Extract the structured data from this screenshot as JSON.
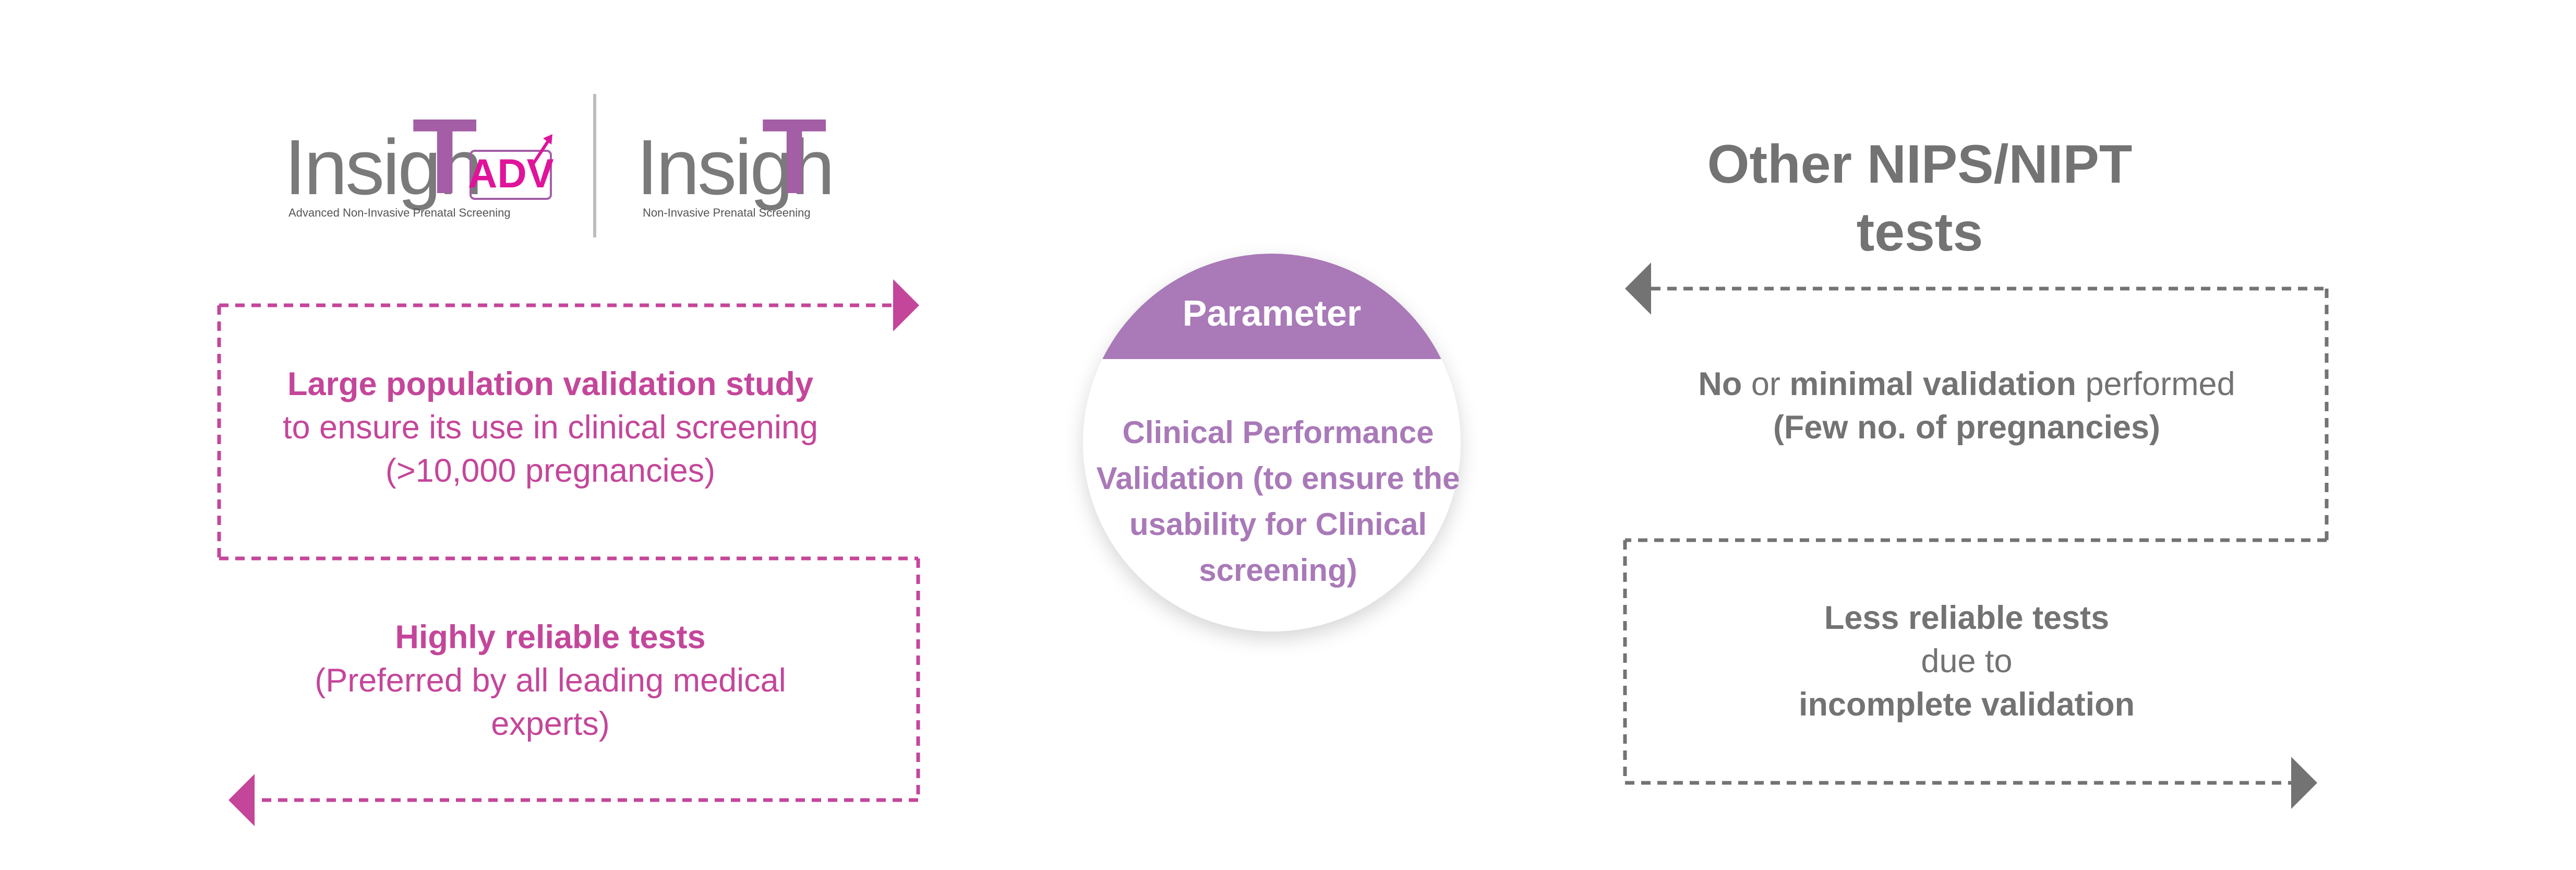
{
  "logos": {
    "left": {
      "word": "Insigh",
      "t": "T",
      "adv": "ADV",
      "tagline": "Advanced Non-Invasive Prenatal Screening"
    },
    "right": {
      "word": "Insigh",
      "t": "T",
      "tagline": "Non-Invasive Prenatal Screening"
    }
  },
  "other_title": "Other NIPS/NIPT tests",
  "parameter": {
    "header": "Parameter",
    "body_lines": [
      "Clinical Performance",
      "Validation (to ensure the",
      "usability for Clinical",
      "screening)"
    ]
  },
  "left_blocks": {
    "top": {
      "bold": "Large population validation study",
      "line2": "to ensure its use in clinical screening",
      "line3": "(>10,000 pregnancies)"
    },
    "bottom": {
      "bold": "Highly reliable tests",
      "line2": "(Preferred by all leading medical",
      "line3": "experts)"
    }
  },
  "right_blocks": {
    "top": {
      "bold1": "No",
      "plain1": " or ",
      "bold2": "minimal validation",
      "plain2": " performed",
      "line2": "(Few no. of pregnancies)"
    },
    "bottom": {
      "bold": "Less reliable tests",
      "line2": "due to",
      "line3": "incomplete validation"
    }
  },
  "colors": {
    "pink": "#c4469a",
    "grey": "#737373",
    "purple": "#a979b8",
    "logo_purple": "#a35ea6",
    "adv_pink": "#e0139a"
  }
}
